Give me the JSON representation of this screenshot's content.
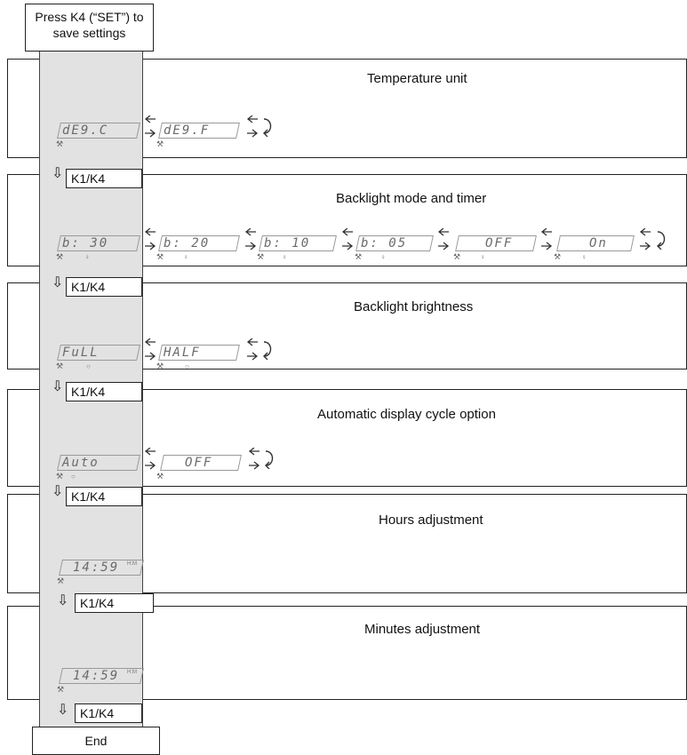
{
  "start_box": {
    "text": "Press K4 (“SET”) to save settings"
  },
  "end_box": {
    "text": "End"
  },
  "step_label": "K1/K4",
  "icons": {
    "down_arrow": "down-arrow-icon",
    "cycle": "cycle-arrow-icon",
    "wrench": "wrench-icon",
    "bulb": "bulb-icon"
  },
  "sections": [
    {
      "title": "Temperature unit",
      "displays": [
        "dE9.C",
        "dE9.F"
      ]
    },
    {
      "title": "Backlight mode and timer",
      "displays": [
        "b: 30",
        "b: 20",
        "b: 10",
        "b: 05",
        "OFF",
        "On"
      ]
    },
    {
      "title": "Backlight brightness",
      "displays": [
        "FuLL",
        "HALF"
      ]
    },
    {
      "title": "Automatic display cycle option",
      "displays": [
        "Auto",
        "OFF"
      ]
    },
    {
      "title": "Hours adjustment",
      "displays": [
        "14:59"
      ],
      "indicator": "H:M"
    },
    {
      "title": "Minutes adjustment",
      "displays": [
        "14:59"
      ],
      "indicator": "H:M"
    }
  ]
}
